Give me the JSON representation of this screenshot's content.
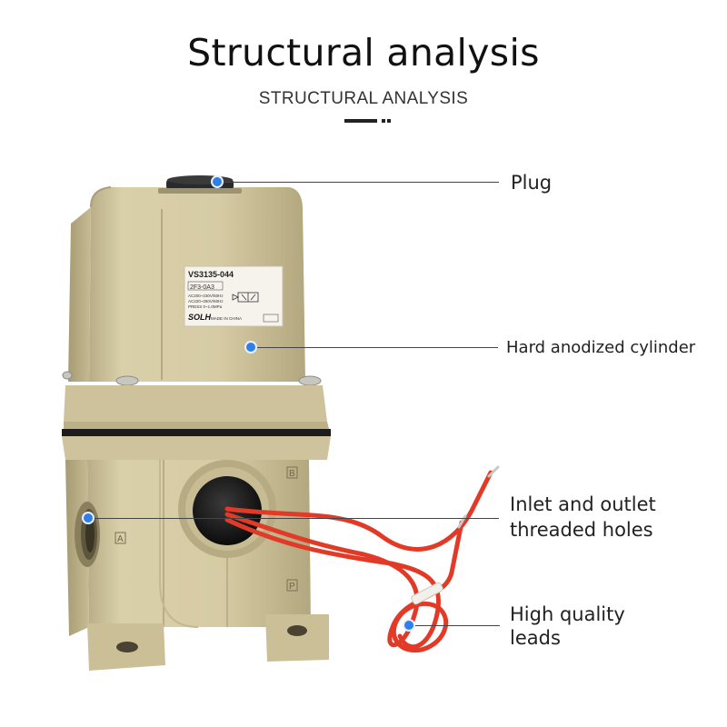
{
  "header": {
    "title": "Structural analysis",
    "subtitle": "STRUCTURAL ANALYSIS"
  },
  "label_plate": {
    "model": "VS3135-044",
    "code": "2F3-0A3",
    "spec1": "AC200~230V/50Hz",
    "spec2": "AC220~260V/60Hz",
    "spec3": "PRESS 0~1.0MPa",
    "brand": "SOLH",
    "made_in": "MADE IN CHINA"
  },
  "port_marks": {
    "a": "A",
    "b": "B",
    "p": "P"
  },
  "callouts": [
    {
      "label": "Plug"
    },
    {
      "label": "Hard anodized cylinder"
    },
    {
      "label_line1": "Inlet and outlet",
      "label_line2": "threaded holes"
    },
    {
      "label_line1": "High quality",
      "label_line2": "leads"
    }
  ],
  "colors": {
    "body": "#d4c9a2",
    "body_shadow": "#b9ad85",
    "gasket": "#1e1e1e",
    "lead_wire": "#e23a26",
    "callout_dot": "#2f7fe8"
  }
}
